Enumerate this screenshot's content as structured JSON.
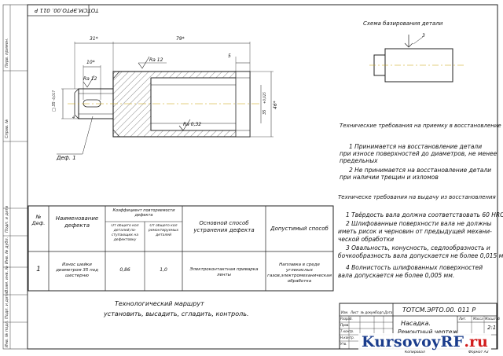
{
  "doc_code_rotated": "ТОТСМ.ЭРТО.00. 011 Р",
  "base_scheme_title": "Схема базирования детали",
  "base_mark": "3",
  "drawing": {
    "dim_31": "31*",
    "dim_79": "79*",
    "dim_10": "10*",
    "dim_5": "5",
    "ra12_left": "Ra 12",
    "ra12_top": "Ra 12",
    "ra032": "Ra 0,32",
    "dim_d35_left": "□ 35",
    "dim_tol_left": "-0,017",
    "dim_d35_right": "35",
    "dim_tol_right": "+0,025",
    "dim_d46": "46*",
    "dim_4": "4",
    "defect_label": "Деф. 1"
  },
  "req_accept_title": "Технические требования на приемку в восстановление",
  "req_accept_lines": [
    "1  Принимается на восстановление детали",
    "при износе поверхностей до диаметров, не менее",
    "предельных",
    "2 Не принимается на восстановление детали",
    "при наличии трещин и изломов"
  ],
  "req_issue_title": "Техническе требования на выдачу из восстановления",
  "req_issue_lines": [
    "1 Твёрдость вала должна соответствовать 60 HRC",
    "2 Шлифованные поверхности вала не должны",
    "иметь рисок и черновин от предыдущей механи-",
    "ческой обработки",
    "3 Овальность, конусность, седлообразность и",
    "бочкообразность вала допускается не более 0,015 мм.",
    "4  Волнистость шлифованных поверхностей",
    "вала допускается не более 0,005 мм."
  ],
  "table": {
    "h_num": "№ Деф.",
    "h_name": "Наименование дефекта",
    "h_coef": "Коэффициент повторяемости дефекта",
    "h_coef_a": "От общего кол деталей,по-ступающих на дефектовку",
    "h_coef_b": "От общего кол ремонтируемых деталей",
    "h_method": "Основной способ устранения дефекта",
    "h_allowed": "Допустимый способ",
    "row_num": "1",
    "row_name": "Износ шейки диаметром 35 под шестерню",
    "row_a": "0,86",
    "row_b": "1,0",
    "row_method": "Электроконтактная приварка ленты",
    "row_allowed": "Наплавка в среде углекислых газов,электромеханическая обработка"
  },
  "route_title": "Технологический маршрут",
  "route_text": "установить, высадить, сгладить, контроль.",
  "stamp": {
    "code": "ТОТСМ.ЭРТО.00. 011 Р",
    "name1": "Насадка.",
    "name2": "Ремонтный чертеж",
    "sheet_scale": "2:1",
    "lit_h": "Лит.",
    "mass_h": "Масса",
    "scale_h": "Масштаб",
    "razrab": "Разраб.",
    "prov": "Пров.",
    "tkontr": "Т.контр.",
    "nkontr": "Н.контр.",
    "utv": "Утв.",
    "izm": "Изм.",
    "list": "Лист",
    "ndok": "№ докум.",
    "podp": "Подп.",
    "data": "Дата",
    "copied": "Копировал",
    "format": "Формат   А3"
  },
  "side_labels": [
    "Перв. примен.",
    "Справ. №",
    "Подп. и дата",
    "Инв. № дубл.",
    "Взам. инв. №",
    "Подп. и дата",
    "Инв. № подл."
  ],
  "logo_text": "KursovoyRF",
  "logo_tld": ".ru"
}
